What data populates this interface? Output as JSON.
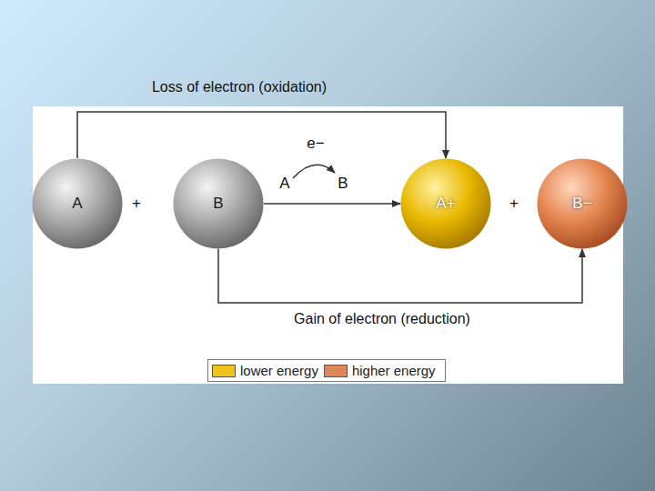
{
  "diagram": {
    "nodes": [
      {
        "text": [
          "A"
        ]
      },
      {
        "text": [
          "B"
        ]
      },
      {
        "text": [
          "A+"
        ]
      },
      {
        "text": [
          "B−"
        ]
      }
    ],
    "edges": [
      {
        "from": 0,
        "to": 2,
        "arrow": "to",
        "label": "Loss of electron (oxidation)"
      },
      {
        "from": 1,
        "to": 2,
        "arrow": "to"
      },
      {
        "from": 1,
        "to": 3,
        "arrow": "to",
        "label": "Gain of electron (reduction)"
      }
    ],
    "labels": [
      "+",
      "A",
      "B",
      "e−",
      "+"
    ],
    "legend": [
      {
        "text": "lower energy",
        "color": "#f0c419"
      },
      {
        "text": "higher energy",
        "color": "#e0875a"
      }
    ]
  }
}
